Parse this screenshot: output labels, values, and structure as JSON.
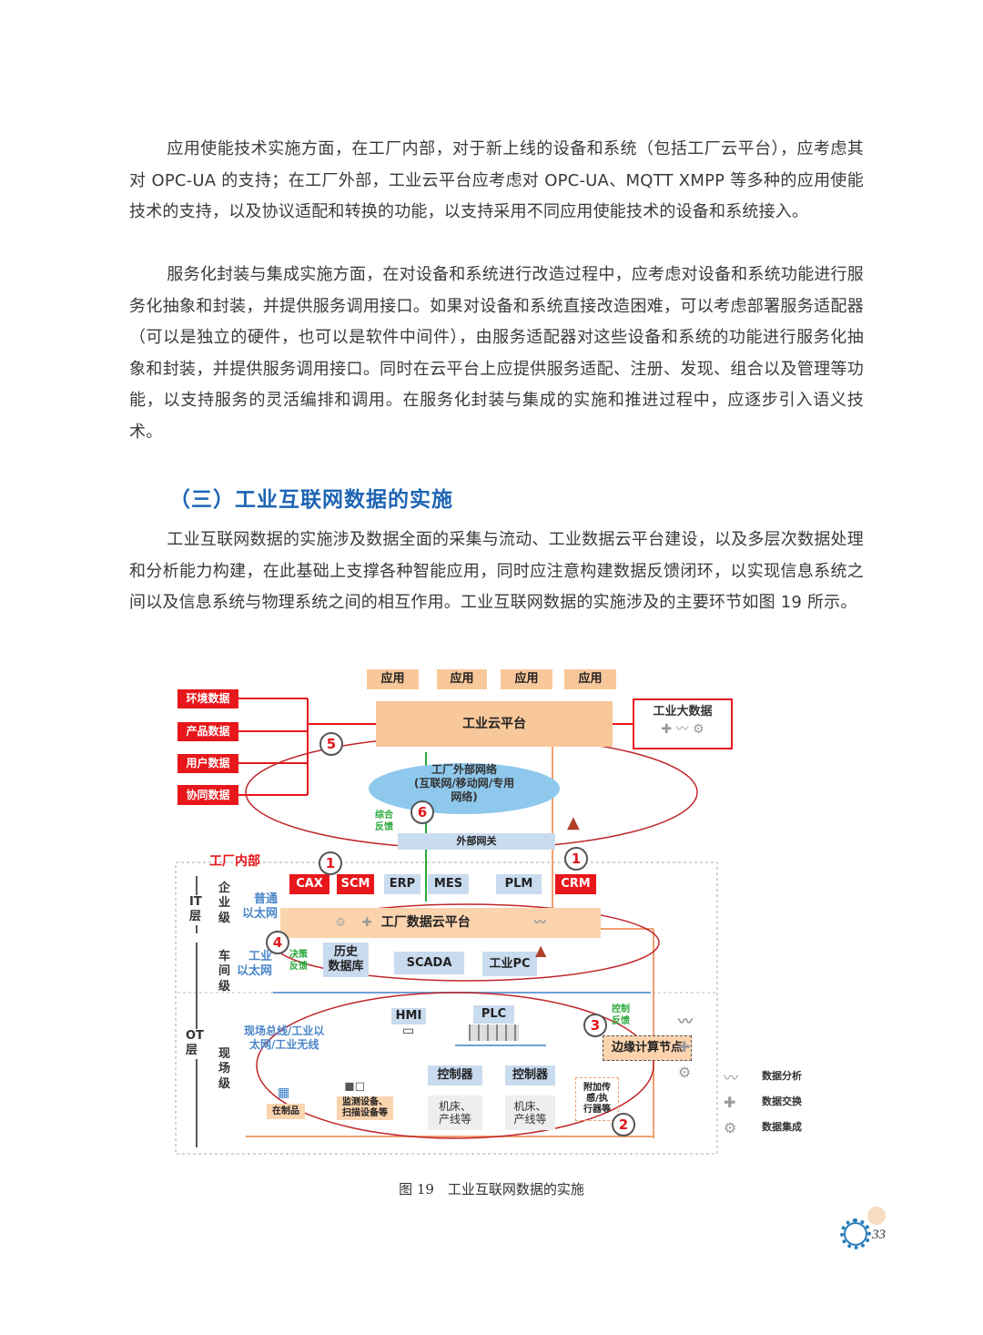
{
  "paragraphs": [
    "应用使能技术实施方面，在工厂内部，对于新上线的设备和系统（包括工厂云平台），应考虑其对 OPC-UA 的支持；在工厂外部，工业云平台应考虑对 OPC-UA、MQTT XMPP 等多种的应用使能技术的支持，以及协议适配和转换的功能，以支持采用不同应用使能技术的设备和系统接入。",
    "服务化封装与集成实施方面，在对设备和系统进行改造过程中，应考虑对设备和系统功能进行服务化抽象和封装，并提供服务调用接口。如果对设备和系统直接改造困难，可以考虑部署服务适配器（可以是独立的硬件，也可以是软件中间件），由服务适配器对这些设备和系统的功能进行服务化抽象和封装，并提供服务调用接口。同时在云平台上应提供服务适配、注册、发现、组合以及管理等功能，以支持服务的灵活编排和调用。在服务化封装与集成的实施和推进过程中，应逐步引入语义技术。",
    "工业互联网数据的实施涉及数据全面的采集与流动、工业数据云平台建设，以及多层次数据处理和分析能力构建，在此基础上支撑各种智能应用，同时应注意构建数据反馈闭环，以实现信息系统之间以及信息系统与物理系统之间的相互作用。工业互联网数据的实施涉及的主要环节如图 19 所示。"
  ],
  "heading": "（三）工业互联网数据的实施",
  "diagram": {
    "apps": [
      "应用",
      "应用",
      "应用",
      "应用"
    ],
    "cloud_platform": "工业云平台",
    "data_sources": [
      "环境数据",
      "产品数据",
      "用户数据",
      "协同数据"
    ],
    "big_data": "工业大数据",
    "external_network": "工厂外部网络\n(互联网/移动网/专用\n网络)",
    "feedback_overall": "综合\n反馈",
    "external_gateway": "外部网关",
    "factory_inside": "工厂内部",
    "systems": [
      "CAX",
      "SCM",
      "ERP",
      "MES",
      "PLM",
      "CRM"
    ],
    "it_layer": "IT\n层",
    "ot_layer": "OT\n层",
    "enterprise_level": "企\n业\n级",
    "workshop_level": "车\n间\n级",
    "field_level": "现\n场\n级",
    "ethernet_common": "普通\n以太网",
    "ethernet_industrial": "工业\n以太网",
    "fieldbus": "现场总线/工业以\n太网/工业无线",
    "factory_data_platform": "工厂数据云平台",
    "decision_feedback": "决策\n反馈",
    "history_db": "历史\n数据库",
    "scada": "SCADA",
    "industrial_pc": "工业PC",
    "hmi": "HMI",
    "plc": "PLC",
    "control_feedback": "控制\n反馈",
    "edge_node": "边缘计算节点",
    "controllers": [
      "控制器",
      "控制器"
    ],
    "machines": [
      "机床、\n产线等",
      "机床、\n产线等"
    ],
    "sensors": "附加传\n感/执\n行器等",
    "wip": "在制品",
    "monitoring": "监测设备、\n扫描设备等",
    "steps": [
      "1",
      "1",
      "2",
      "3",
      "4",
      "5",
      "6"
    ],
    "legend": [
      "数据分析",
      "数据交换",
      "数据集成"
    ]
  },
  "caption": "图 19　工业互联网数据的实施",
  "page_number": "33",
  "colors": {
    "heading": "#1e64b4",
    "red": "#e8171b",
    "orange": "#f9c89a",
    "lightblue": "#c9dbee"
  }
}
